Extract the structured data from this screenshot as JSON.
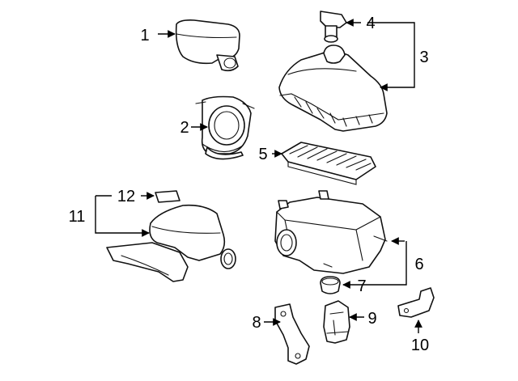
{
  "diagram": {
    "callouts": [
      "1",
      "2",
      "3",
      "4",
      "5",
      "6",
      "7",
      "8",
      "9",
      "10",
      "11",
      "12"
    ],
    "parts": [
      {
        "callout": "1",
        "icon": "intake-resonator-icon"
      },
      {
        "callout": "2",
        "icon": "throttle-elbow-icon"
      },
      {
        "callout": "3",
        "icon": "air-cleaner-upper-cover-icon"
      },
      {
        "callout": "4",
        "icon": "mass-airflow-sensor-icon"
      },
      {
        "callout": "5",
        "icon": "air-filter-element-icon"
      },
      {
        "callout": "6",
        "icon": "air-cleaner-lower-housing-icon"
      },
      {
        "callout": "7",
        "icon": "rubber-grommet-icon"
      },
      {
        "callout": "8",
        "icon": "mounting-bracket-icon"
      },
      {
        "callout": "9",
        "icon": "support-bracket-icon"
      },
      {
        "callout": "10",
        "icon": "small-bracket-icon"
      },
      {
        "callout": "11",
        "icon": "intake-duct-assembly-icon"
      },
      {
        "callout": "12",
        "icon": "label-sticker-icon"
      }
    ]
  }
}
